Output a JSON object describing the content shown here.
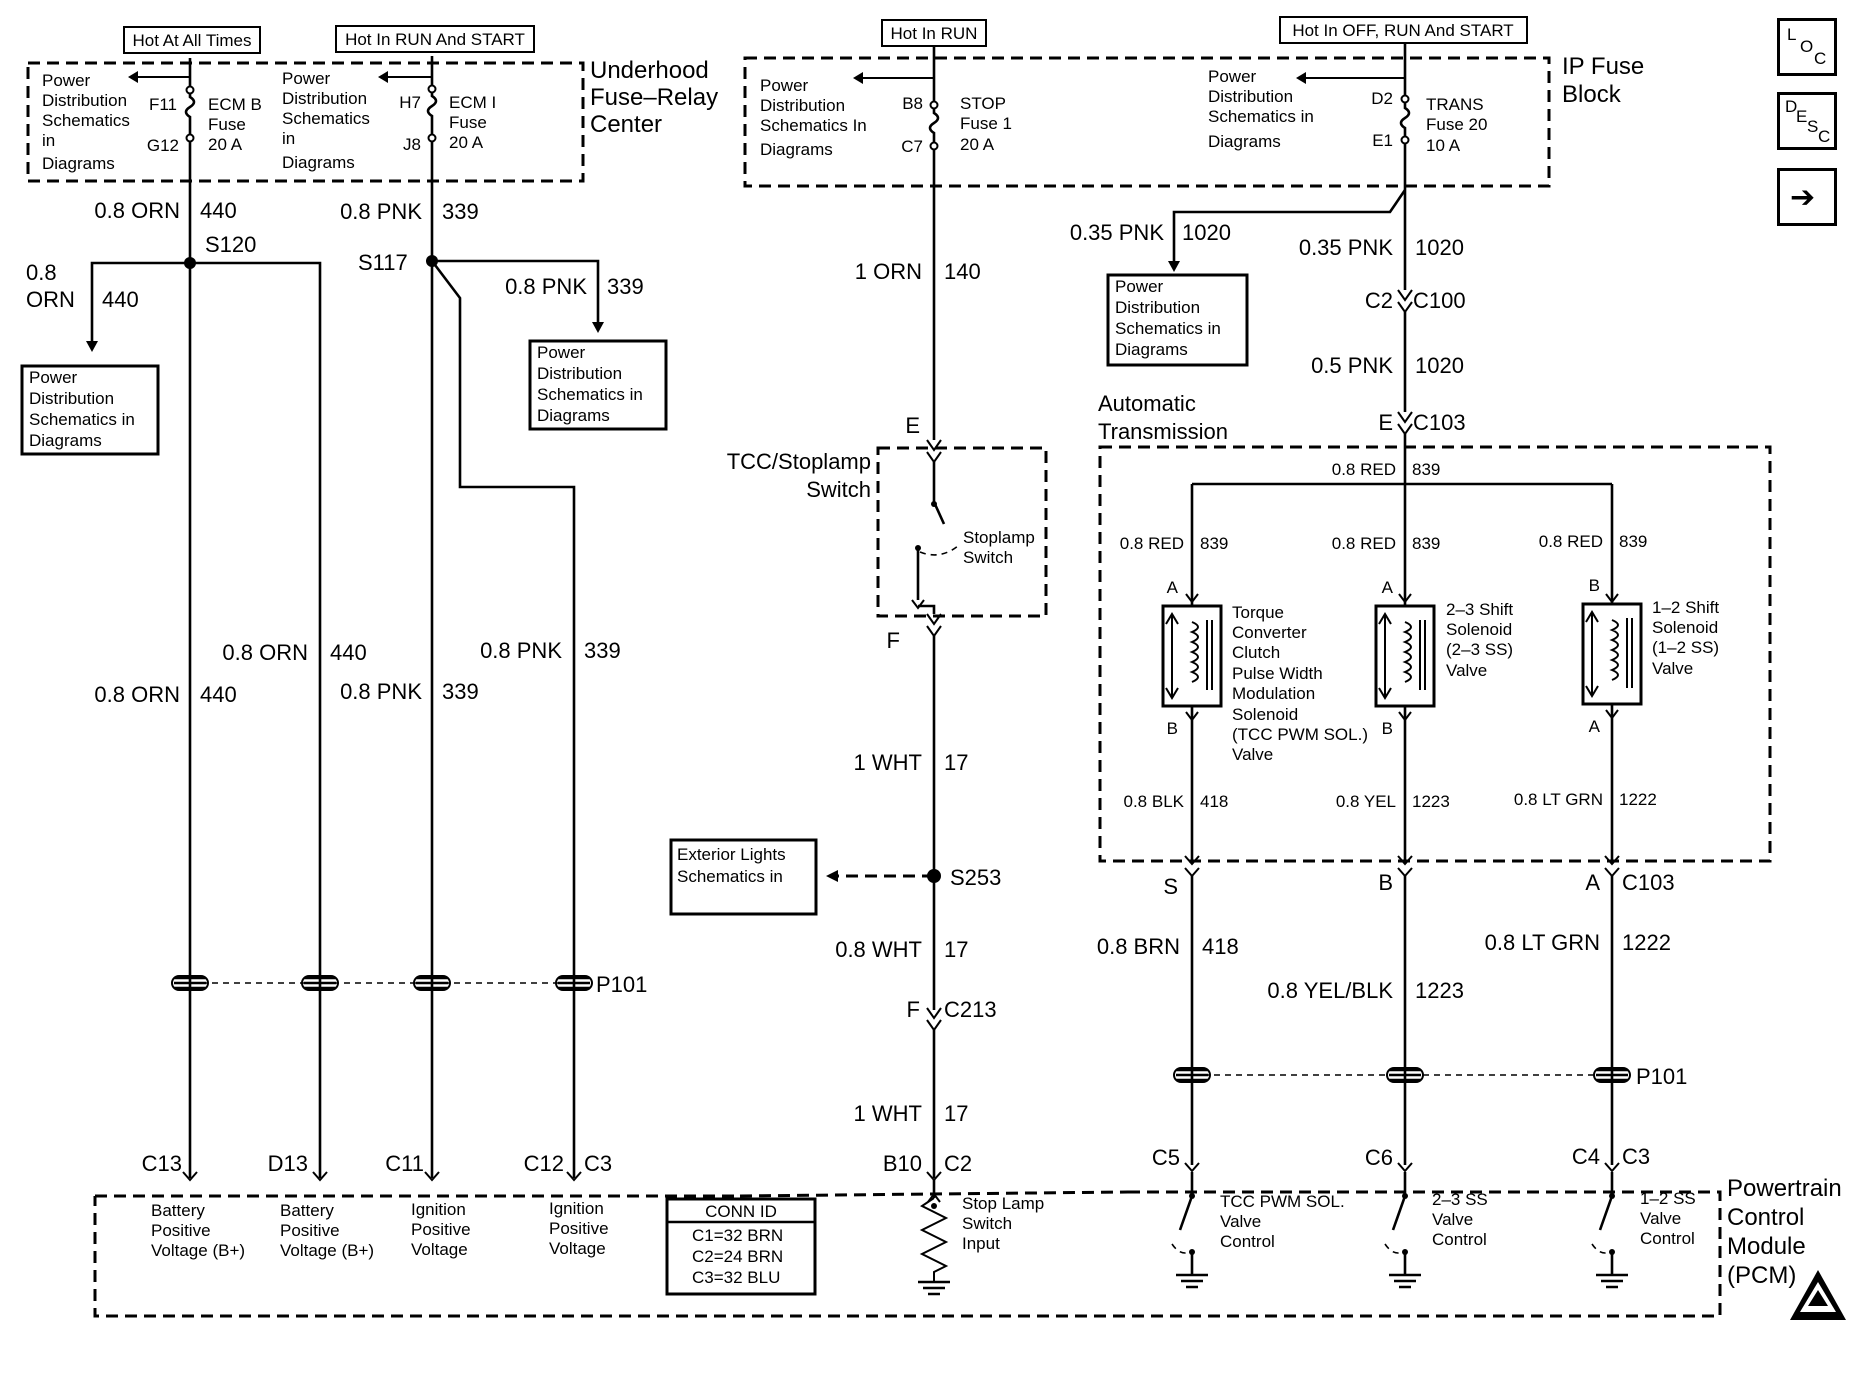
{
  "nav": {
    "loc": {
      "l1": "L",
      "l2": "O",
      "l3": "C"
    },
    "desc": {
      "l1": "D",
      "l2": "E",
      "l3": "S",
      "l4": "C"
    },
    "next": "➔"
  },
  "headers": {
    "hot_all": "Hot At All Times",
    "hot_run_start": "Hot In RUN And START",
    "hot_run": "Hot In RUN",
    "hot_off_run_start": "Hot In OFF, RUN And START"
  },
  "underhood": {
    "l1": "Underhood",
    "l2": "Fuse–Relay",
    "l3": "Center"
  },
  "ipfuse": {
    "l1": "IP Fuse",
    "l2": "Block"
  },
  "pds": {
    "a": [
      "Power",
      "Distribution",
      "Schematics",
      "in",
      "Diagrams"
    ],
    "b": [
      "Power",
      "Distribution",
      "Schematics",
      "in",
      "Diagrams"
    ],
    "c": [
      "Power",
      "Distribution",
      "Schematics in",
      "Diagrams"
    ],
    "d": [
      "Power",
      "Distribution",
      "Schematics in",
      "Diagrams"
    ],
    "e": [
      "Power",
      "Distribution",
      "Schematics In",
      "Diagrams"
    ],
    "f": [
      "Power",
      "Distribution",
      "Schematics in",
      "Diagrams"
    ],
    "g": [
      "Power",
      "Distribution",
      "Schematics in",
      "Diagrams"
    ]
  },
  "fuses": {
    "ecmb": {
      "top": "F11",
      "bot": "G12",
      "l1": "ECM B",
      "l2": "Fuse",
      "l3": "20 A"
    },
    "ecmi": {
      "top": "H7",
      "bot": "J8",
      "l1": "ECM I",
      "l2": "Fuse",
      "l3": "20 A"
    },
    "stop": {
      "top": "B8",
      "bot": "C7",
      "l1": "STOP",
      "l2": "Fuse 1",
      "l3": "20 A"
    },
    "trans": {
      "top": "D2",
      "bot": "E1",
      "l1": "TRANS",
      "l2": "Fuse 20",
      "l3": "10 A"
    }
  },
  "wires": {
    "w440a": {
      "c": "0.8 ORN",
      "n": "440"
    },
    "w339a": {
      "c": "0.8 PNK",
      "n": "339"
    },
    "w440b": {
      "c1": "0.8",
      "c2": "ORN",
      "n": "440"
    },
    "w339b": {
      "c": "0.8 PNK",
      "n": "339"
    },
    "w440c": {
      "c": "0.8 ORN",
      "n": "440"
    },
    "w440d": {
      "c": "0.8 ORN",
      "n": "440"
    },
    "w339c": {
      "c": "0.8 PNK",
      "n": "339"
    },
    "w339d": {
      "c": "0.8 PNK",
      "n": "339"
    },
    "w140": {
      "c": "1 ORN",
      "n": "140"
    },
    "w17a": {
      "c": "1 WHT",
      "n": "17"
    },
    "w17b": {
      "c": "0.8 WHT",
      "n": "17"
    },
    "w17c": {
      "c": "1 WHT",
      "n": "17"
    },
    "w1020a": {
      "c": "0.35 PNK",
      "n": "1020"
    },
    "w1020b": {
      "c": "0.35 PNK",
      "n": "1020"
    },
    "w1020c": {
      "c": "0.5 PNK",
      "n": "1020"
    },
    "w839a": {
      "c": "0.8 RED",
      "n": "839"
    },
    "w839b": {
      "c": "0.8 RED",
      "n": "839"
    },
    "w839c": {
      "c": "0.8 RED",
      "n": "839"
    },
    "w839d": {
      "c": "0.8 RED",
      "n": "839"
    },
    "w418a": {
      "c": "0.8 BLK",
      "n": "418"
    },
    "w1223a": {
      "c": "0.8 YEL",
      "n": "1223"
    },
    "w1222a": {
      "c": "0.8 LT GRN",
      "n": "1222"
    },
    "w418b": {
      "c": "0.8 BRN",
      "n": "418"
    },
    "w1223b": {
      "c": "0.8 YEL/BLK",
      "n": "1223"
    },
    "w1222b": {
      "c": "0.8 LT GRN",
      "n": "1222"
    }
  },
  "splices": {
    "s120": "S120",
    "s117": "S117",
    "s253": "S253"
  },
  "connectors": {
    "p101": "P101",
    "c100": "C100",
    "c100pin": "C2",
    "c103": "C103",
    "c103pin": "E",
    "c103b": "C103",
    "c103bS": "S",
    "c103bB": "B",
    "c103bA": "A",
    "p101b": "P101",
    "tccE": "E",
    "tccF": "F",
    "c213": "C213",
    "c213pin": "F",
    "pinA1": "A",
    "pinA2": "A",
    "pinB3": "B",
    "pinB1": "B",
    "pinB2": "B",
    "pinA3": "A"
  },
  "pcm_pins": {
    "c13": "C13",
    "d13": "D13",
    "c11": "C11",
    "c12": "C12",
    "c3a": "C3",
    "b10": "B10",
    "c2": "C2",
    "c5": "C5",
    "c6": "C6",
    "c4": "C4",
    "c3b": "C3"
  },
  "tcc_switch": {
    "l1": "TCC/Stoplamp",
    "l2": "Switch",
    "sw1": "Stoplamp",
    "sw2": "Switch"
  },
  "ext_lights": {
    "l1": "Exterior Lights",
    "l2": "Schematics in"
  },
  "auto_trans": {
    "l1": "Automatic",
    "l2": "Transmission"
  },
  "solenoids": {
    "tcc": [
      "Torque",
      "Converter",
      "Clutch",
      "Pulse Width",
      "Modulation",
      "Solenoid",
      "(TCC PWM SOL.)",
      "Valve"
    ],
    "ss23": [
      "2–3 Shift",
      "Solenoid",
      "(2–3 SS)",
      "Valve"
    ],
    "ss12": [
      "1–2 Shift",
      "Solenoid",
      "(1–2 SS)",
      "Valve"
    ]
  },
  "pcm": {
    "title": [
      "Powertrain",
      "Control",
      "Module",
      "(PCM)"
    ],
    "bat1": [
      "Battery",
      "Positive",
      "Voltage (B+)"
    ],
    "bat2": [
      "Battery",
      "Positive",
      "Voltage (B+)"
    ],
    "ign1": [
      "Ignition",
      "Positive",
      "Voltage"
    ],
    "ign2": [
      "Ignition",
      "Positive",
      "Voltage"
    ],
    "conn_id": {
      "title": "CONN ID",
      "c1": "C1=32 BRN",
      "c2": "C2=24 BRN",
      "c3": "C3=32 BLU"
    },
    "stop": [
      "Stop Lamp",
      "Switch",
      "Input"
    ],
    "tcc": [
      "TCC PWM SOL.",
      "Valve",
      "Control"
    ],
    "ss23": [
      "2–3 SS",
      "Valve",
      "Control"
    ],
    "ss12": [
      "1–2 SS",
      "Valve",
      "Control"
    ]
  }
}
